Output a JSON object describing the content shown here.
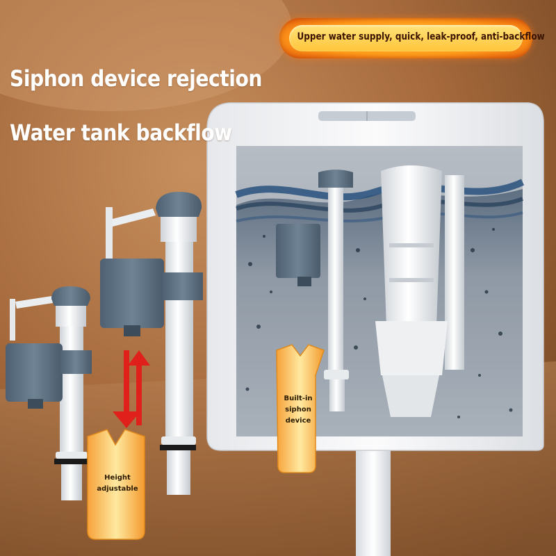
{
  "headline": {
    "line1": "Siphon device rejection",
    "line2": "Water tank backflow"
  },
  "badge": {
    "text": "Upper water supply, quick, leak-proof, anti-backflow"
  },
  "callouts": {
    "height": [
      "Height",
      "adjustable"
    ],
    "siphon": [
      "Built-in",
      "siphon",
      "device"
    ]
  },
  "colors": {
    "wall_brown": "#9a5f33",
    "badge_orange": "#ff9a1a",
    "tank_white": "#f4f5f7",
    "water_blue": "#1f4a78",
    "valve_gray": "#5f7384",
    "arrow_red": "#e0201a"
  }
}
